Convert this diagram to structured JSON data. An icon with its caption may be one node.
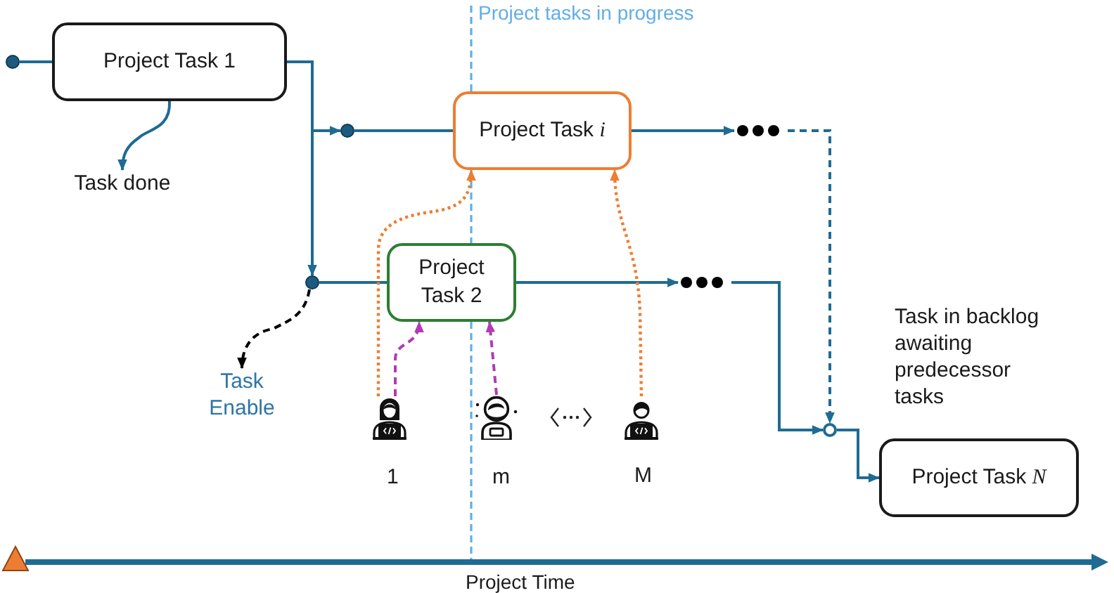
{
  "diagram": {
    "nodes": [
      {
        "text": [],
        "shape": "circle"
      },
      {
        "text": [
          "Project Task 1"
        ]
      },
      {
        "text": [
          "Task done"
        ]
      },
      {
        "text": [],
        "shape": "circle"
      },
      {
        "text": [
          "Project Task *i*"
        ]
      },
      {
        "text": [],
        "shape": "circle"
      },
      {
        "text": [
          "Project Task 2"
        ]
      },
      {
        "text": [
          "Task Enable"
        ]
      },
      {
        "text": [],
        "shape": "dots"
      },
      {
        "text": [],
        "shape": "dots"
      },
      {
        "text": [],
        "shape": "circle"
      },
      {
        "text": [
          "Project Task *N*"
        ],
        "beside": [
          "Task in backlog awaiting predecessor tasks"
        ]
      },
      {
        "text": [],
        "shape": "person",
        "beside": [
          "1"
        ]
      },
      {
        "text": [],
        "shape": "person",
        "beside": [
          "m"
        ]
      },
      {
        "text": [],
        "shape": "person",
        "beside": [
          "M"
        ]
      }
    ],
    "edges": [
      {
        "from": 0,
        "to": 1,
        "arrow": "none"
      },
      {
        "from": 1,
        "to": 2,
        "arrow": "to"
      },
      {
        "from": 1,
        "to": 3,
        "arrow": "to"
      },
      {
        "from": 1,
        "to": 5,
        "arrow": "to"
      },
      {
        "from": 3,
        "to": 4,
        "arrow": "none"
      },
      {
        "from": 5,
        "to": 6,
        "arrow": "none"
      },
      {
        "from": 5,
        "to": 7,
        "arrow": "to",
        "style": "dashed",
        "color": "#000000"
      },
      {
        "from": 4,
        "to": 8,
        "arrow": "to"
      },
      {
        "from": 6,
        "to": 9,
        "arrow": "to"
      },
      {
        "from": 8,
        "to": 10,
        "arrow": "to",
        "style": "dashed"
      },
      {
        "from": 9,
        "to": 10,
        "arrow": "to"
      },
      {
        "from": 10,
        "to": 11,
        "arrow": "to"
      },
      {
        "from": 12,
        "to": 4,
        "arrow": "to",
        "style": "dashed",
        "color": "#ed7d31"
      },
      {
        "from": 14,
        "to": 4,
        "arrow": "to",
        "style": "dashed",
        "color": "#ed7d31"
      },
      {
        "from": 12,
        "to": 6,
        "arrow": "to",
        "style": "dashed",
        "color": "#b23ab5"
      },
      {
        "from": 13,
        "to": 6,
        "arrow": "to",
        "style": "dashed",
        "color": "#b23ab5"
      }
    ],
    "labels": [
      "Project tasks in progress",
      "Project Time"
    ]
  }
}
